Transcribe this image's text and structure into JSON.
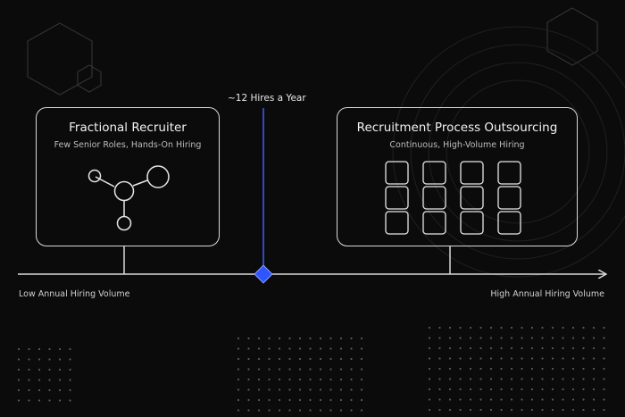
{
  "marker": {
    "label": "~12 Hires a Year"
  },
  "left_card": {
    "title": "Fractional Recruiter",
    "subtitle": "Few Senior Roles, Hands-On Hiring"
  },
  "right_card": {
    "title": "Recruitment Process Outsourcing",
    "subtitle": "Continuous, High-Volume Hiring"
  },
  "axis": {
    "low_label": "Low Annual Hiring Volume",
    "high_label": "High Annual Hiring Volume"
  },
  "colors": {
    "background": "#0b0b0b",
    "line": "#d9d9d9",
    "accent": "#3d5cff"
  },
  "grid": {
    "rows": 3,
    "cols": 4
  }
}
